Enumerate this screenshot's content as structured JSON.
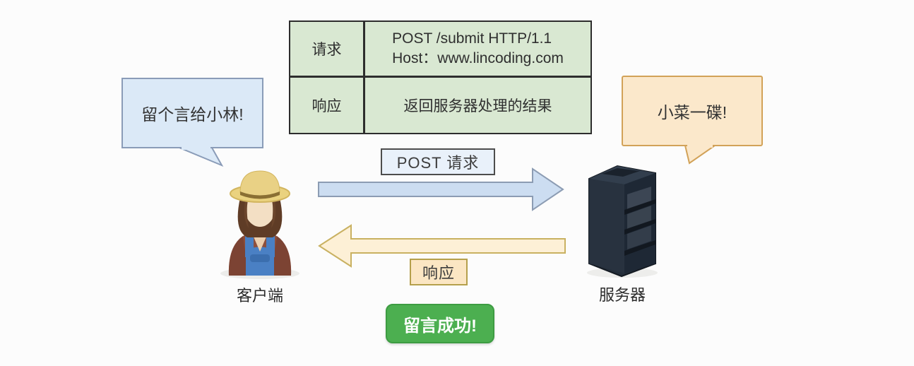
{
  "http_table": {
    "bg": "#d9e8d2",
    "border_color": "#2d2d2d",
    "rows": [
      {
        "label": "请求",
        "lines": [
          "POST /submit HTTP/1.1",
          "Host：www.lincoding.com"
        ]
      },
      {
        "label": "响应",
        "lines": [
          "返回服务器处理的结果"
        ]
      }
    ]
  },
  "client": {
    "speech": "留个言给小林!",
    "label": "客户端",
    "icon": "farmer-person-icon",
    "bubble_bg": "#dbe9f7",
    "bubble_border": "#8a9cb8"
  },
  "server": {
    "speech": "小菜一碟!",
    "label": "服务器",
    "icon": "server-rack-icon",
    "bubble_bg": "#fbe8cb",
    "bubble_border": "#d2a258"
  },
  "request_arrow": {
    "label": "POST 请求",
    "direction": "right",
    "fill": "#ccddf1",
    "stroke": "#8c9cb3",
    "label_bg": "#e9f1fa",
    "label_border": "#4d4d4d"
  },
  "response_arrow": {
    "label": "响应",
    "direction": "left",
    "fill": "#fdf0d6",
    "stroke": "#c9b161",
    "label_bg": "#fbe6c3",
    "label_border": "#b5a04c"
  },
  "result_badge": {
    "label": "留言成功!",
    "bg": "#4caf50",
    "text_color": "#ffffff"
  }
}
